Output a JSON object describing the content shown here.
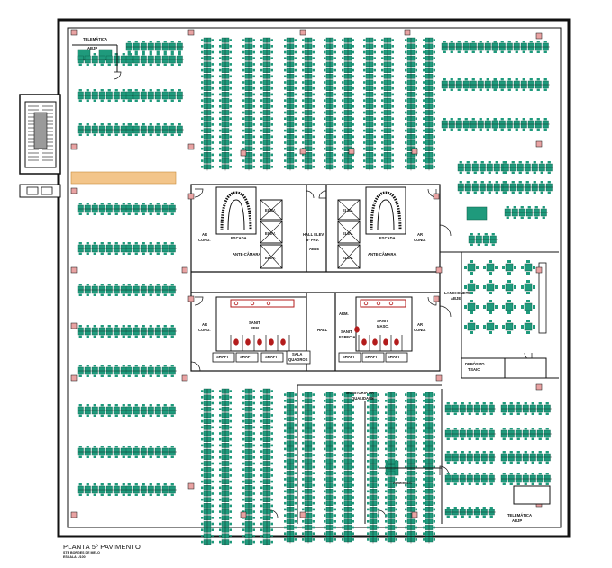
{
  "drawing": {
    "title": "PLANTA  5º  PAVIMENTO",
    "subtitle": "STE BORGES DE MELO",
    "scale": "ESCALA 1/100"
  },
  "labels": {
    "telematica_top": "TELEMÁTICA",
    "telematica_top_sub": "ABJP",
    "telematica_bottom": "TELEMÁTICA",
    "telematica_bottom_sub": "ABJP",
    "escada_left": "ESCADA",
    "escada_right": "ESCADA",
    "elev_1": "ELEV.",
    "elev_2": "ELEV.",
    "elev_3": "ELEV.",
    "elev_4": "ELEV.",
    "elev_5": "ELEV.",
    "elev_6": "ELEV.",
    "hall_elev": "HALL ELEV.",
    "hall_elev_floor": "5º PAV.",
    "hall_elev_sub": "ABJE",
    "ar_cond_1": "AR",
    "ar_cond_1b": "COND.",
    "ar_cond_2": "AR",
    "ar_cond_2b": "COND.",
    "ar_cond_3": "AR",
    "ar_cond_3b": "COND.",
    "ar_cond_4": "AR",
    "ar_cond_4b": "COND.",
    "ante_camara_left": "ANTE-CÂMARA",
    "ante_camara_right": "ANTE-CÂMARA",
    "sanit_fem": "SANIT.",
    "sanit_fem_b": "FEM.",
    "sanit_masc": "SANIT.",
    "sanit_masc_b": "MASC.",
    "sanit_espec": "SANIT.",
    "sanit_espec_b": "ESPECIAL",
    "hall": "HALL",
    "arm": "ARM.",
    "sala_quadros": "SALA",
    "sala_quadros_b": "QUADROS",
    "lanchonete": "LANCHONETE",
    "lanchonete_sub": "ABJE",
    "deposito": "DEPÓSITO",
    "deposito_sub": "T.SAIC",
    "monitoria": "MONITORIA DA",
    "monitoria_b": "QUALIDADE",
    "admin": "ADMINIST.",
    "shaft_1": "SHAFT",
    "shaft_2": "SHAFT",
    "shaft_3": "SHAFT",
    "shaft_4": "SHAFT",
    "shaft_5": "SHAFT",
    "shaft_6": "SHAFT"
  },
  "colors": {
    "wall": "#111111",
    "desk": "#1f9a7c",
    "desk_dark": "#0b5a47",
    "highlight": "#f3c58a",
    "stair_gray": "#9a9a9a",
    "red": "#b31b1b",
    "pink": "#e9a3a3"
  }
}
